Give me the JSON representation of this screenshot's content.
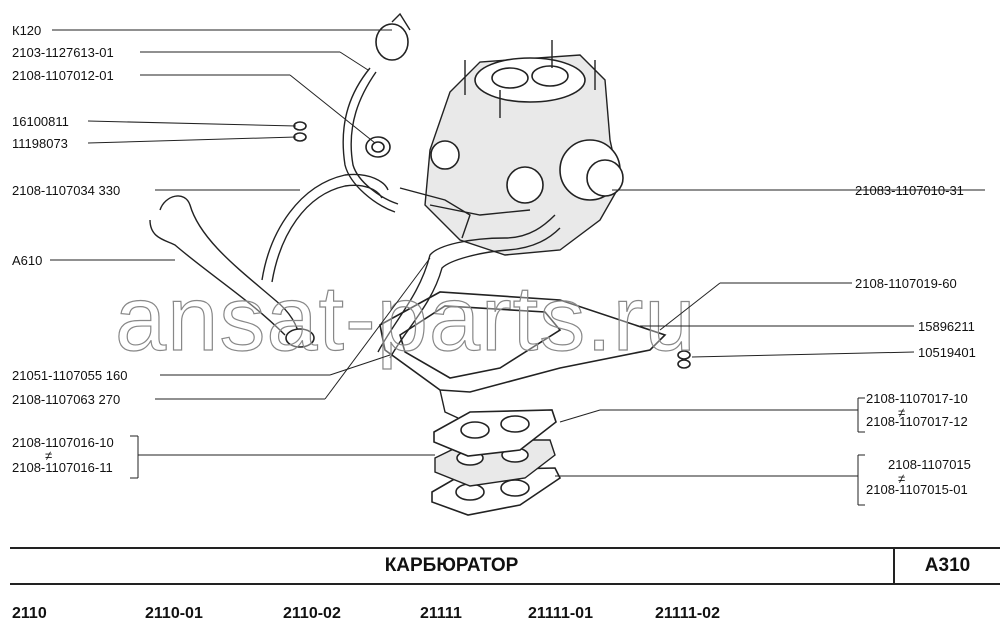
{
  "labels": {
    "k120": "К120",
    "p2103_1127613_01": "2103-1127613-01",
    "p2108_1107012_01": "2108-1107012-01",
    "p16100811": "16100811",
    "p11198073": "11198073",
    "p2108_1107034": "2108-1107034  330",
    "a610": "А610",
    "p21083_1107010_31": "21083-1107010-31",
    "p2108_1107019_60": "2108-1107019-60",
    "p15896211": "15896211",
    "p10519401": "10519401",
    "p21051_1107055": "21051-1107055  160",
    "p2108_1107063": "2108-1107063  270",
    "p2108_1107017_10": "2108-1107017-10",
    "p2108_1107017_12": "2108-1107017-12",
    "p2108_1107016_10": "2108-1107016-10",
    "p2108_1107016_11": "2108-1107016-11",
    "p2108_1107015": "2108-1107015",
    "p2108_1107015_01": "2108-1107015-01",
    "neq": "≠"
  },
  "watermark": "ansat-parts.ru",
  "title": {
    "name": "КАРБЮРАТОР",
    "code": "А310"
  },
  "models": [
    "2110",
    "2110-01",
    "2110-02",
    "21111",
    "21111-01",
    "21111-02"
  ]
}
